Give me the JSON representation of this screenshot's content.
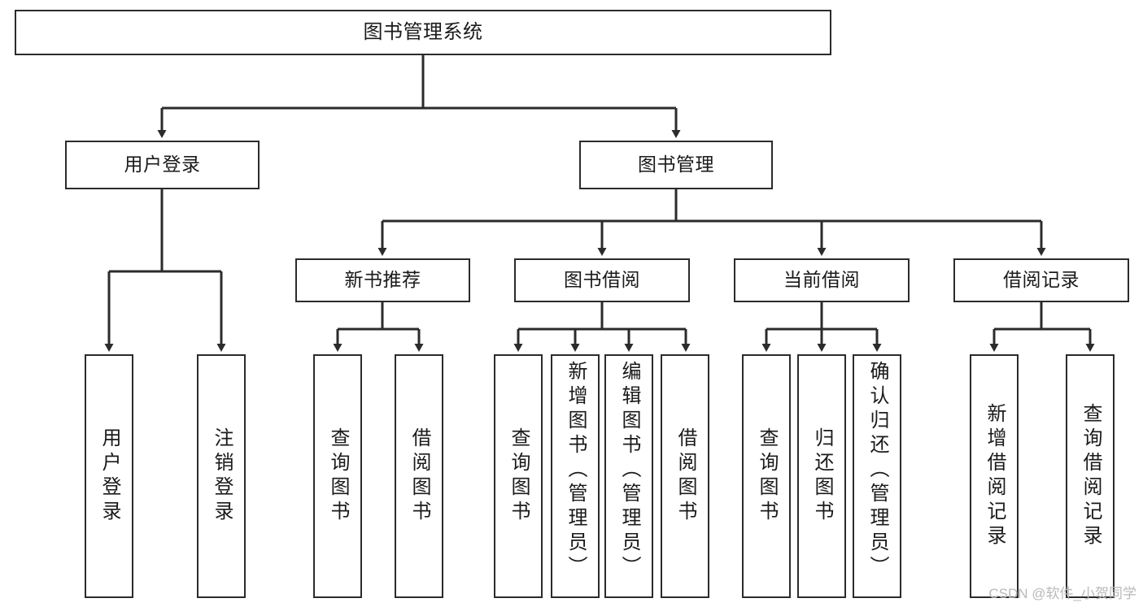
{
  "diagram": {
    "type": "tree-hierarchy",
    "title": "图书管理系统",
    "watermark": "CSDN @软件_小贺同学",
    "colors": {
      "background": "#ffffff",
      "box_border": "#2b2b2b",
      "box_fill": "#ffffff",
      "connector": "#2b2b2b",
      "text": "#1a1a1a",
      "watermark": "#b9b9b9"
    },
    "nodes": {
      "root": {
        "label": "图书管理系统"
      },
      "level2": [
        {
          "id": "user-login",
          "label": "用户登录"
        },
        {
          "id": "book-management",
          "label": "图书管理"
        }
      ],
      "level3": [
        {
          "id": "new-book-recommend",
          "label": "新书推荐"
        },
        {
          "id": "book-borrow",
          "label": "图书借阅"
        },
        {
          "id": "current-borrow",
          "label": "当前借阅"
        },
        {
          "id": "borrow-record",
          "label": "借阅记录"
        }
      ],
      "leaves": {
        "user_login": [
          {
            "id": "leaf-user-login",
            "label": "用户登录"
          },
          {
            "id": "leaf-logout-login",
            "label": "注销登录"
          }
        ],
        "new_book_recommend": [
          {
            "id": "leaf-query-book-1",
            "label": "查询图书"
          },
          {
            "id": "leaf-borrow-book-1",
            "label": "借阅图书"
          }
        ],
        "book_borrow": [
          {
            "id": "leaf-query-book-2",
            "label": "查询图书"
          },
          {
            "id": "leaf-add-book",
            "label": "新增图书（管理员）"
          },
          {
            "id": "leaf-edit-book",
            "label": "编辑图书（管理员）"
          },
          {
            "id": "leaf-borrow-book-2",
            "label": "借阅图书"
          }
        ],
        "current_borrow": [
          {
            "id": "leaf-query-book-3",
            "label": "查询图书"
          },
          {
            "id": "leaf-return-book",
            "label": "归还图书"
          },
          {
            "id": "leaf-confirm-return",
            "label": "确认归还（管理员）"
          }
        ],
        "borrow_record": [
          {
            "id": "leaf-add-record",
            "label": "新增借阅记录"
          },
          {
            "id": "leaf-query-record",
            "label": "查询借阅记录"
          }
        ]
      }
    }
  }
}
